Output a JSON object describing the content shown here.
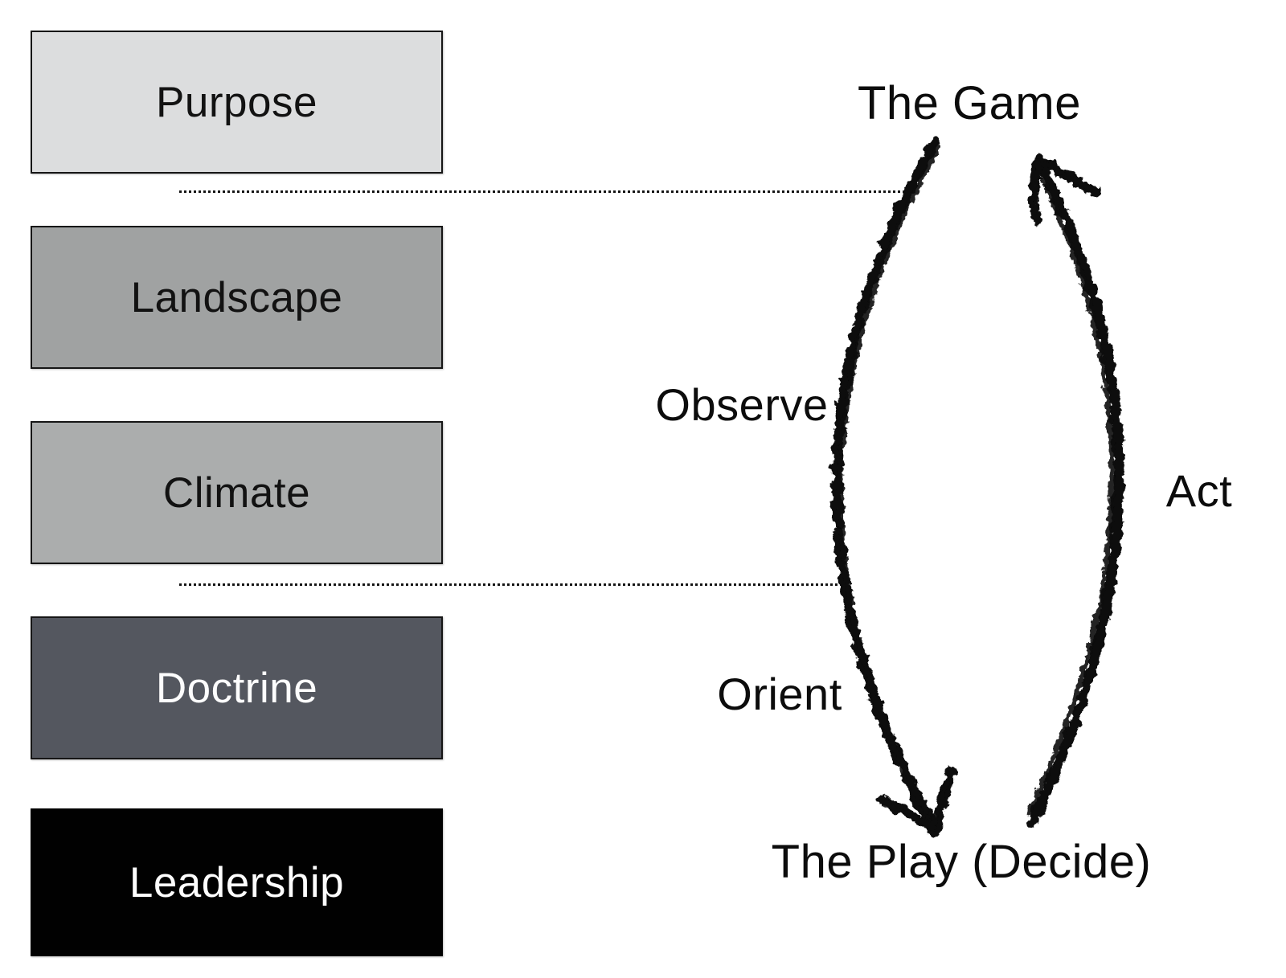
{
  "figure": {
    "title_hint": "strategy cycle diagram",
    "background_color": "#ffffff",
    "stack": {
      "items": [
        {
          "label": "Purpose",
          "fill": "#dcddde",
          "text_color": "#121212"
        },
        {
          "label": "Landscape",
          "fill": "#a0a2a2",
          "text_color": "#121212"
        },
        {
          "label": "Climate",
          "fill": "#abadad",
          "text_color": "#121212"
        },
        {
          "label": "Doctrine",
          "fill": "#54575f",
          "text_color": "#fdfdfd"
        },
        {
          "label": "Leadership",
          "fill": "#010101",
          "text_color": "#fdfdfd"
        }
      ],
      "border_color": "#161616"
    },
    "connectors": {
      "style": "dotted",
      "color": "#151515",
      "count": 2
    },
    "cycle": {
      "top_label": "The Game",
      "bottom_label": "The Play (Decide)",
      "left_arrow_label": "Observe",
      "right_arrow_label": "Act",
      "lower_left_label": "Orient",
      "arrow_color": "#0a0a0a",
      "arrow_style": "hand-drawn crayon",
      "left_arrow_direction": "top-to-bottom",
      "right_arrow_direction": "bottom-to-top"
    }
  }
}
